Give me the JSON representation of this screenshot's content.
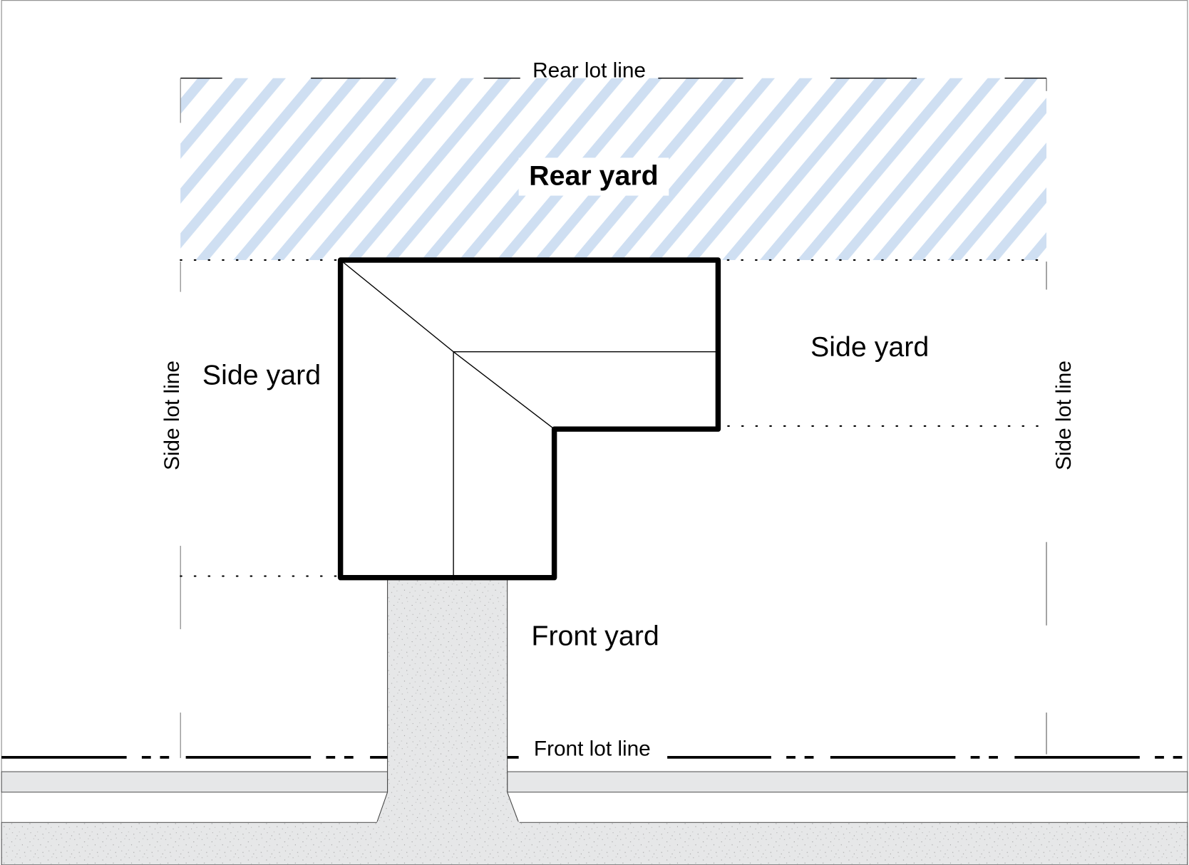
{
  "diagram": {
    "labels": {
      "rear_lot_line": "Rear lot line",
      "rear_yard": "Rear yard",
      "side_yard_left": "Side yard",
      "side_yard_right": "Side yard",
      "front_yard": "Front yard",
      "front_lot_line": "Front lot line",
      "side_lot_line_left": "Side lot line",
      "side_lot_line_right": "Side lot line"
    },
    "colors": {
      "hatch": "#cfdff2",
      "paving": "#e6e7e8",
      "building_outline": "#000000"
    }
  }
}
